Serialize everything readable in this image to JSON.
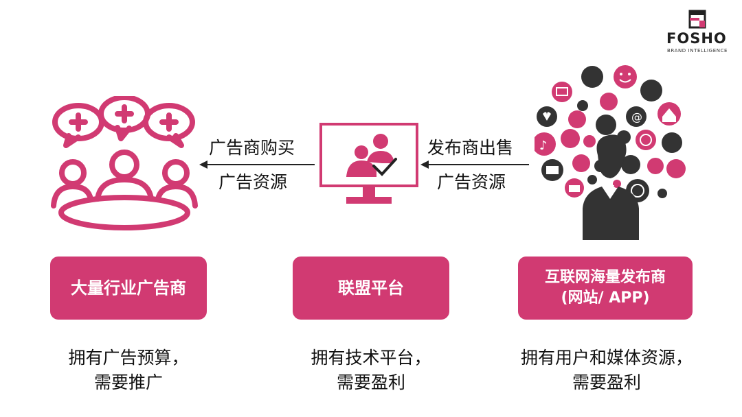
{
  "logo": {
    "wordmark": "FOSHO",
    "tagline": "BRAND INTELLIGENCE"
  },
  "arrows": {
    "left": {
      "line1": "广告商购买",
      "line2": "广告资源"
    },
    "right": {
      "line1": "发布商出售",
      "line2": "广告资源"
    }
  },
  "boxes": {
    "advertisers": {
      "label": "大量行业广告商"
    },
    "platform": {
      "label": "联盟平台"
    },
    "publishers": {
      "line1": "互联网海量发布商",
      "line2": "(网站/ APP)"
    }
  },
  "descriptions": {
    "advertisers": {
      "line1": "拥有广告预算，",
      "line2": "需要推广"
    },
    "platform": {
      "line1": "拥有技术平台，",
      "line2": "需要盈利"
    },
    "publishers": {
      "line1": "拥有用户和媒体资源，",
      "line2": "需要盈利"
    }
  },
  "colors": {
    "accent": "#d13a72",
    "icon_dark": "#333333",
    "text": "#111111"
  }
}
